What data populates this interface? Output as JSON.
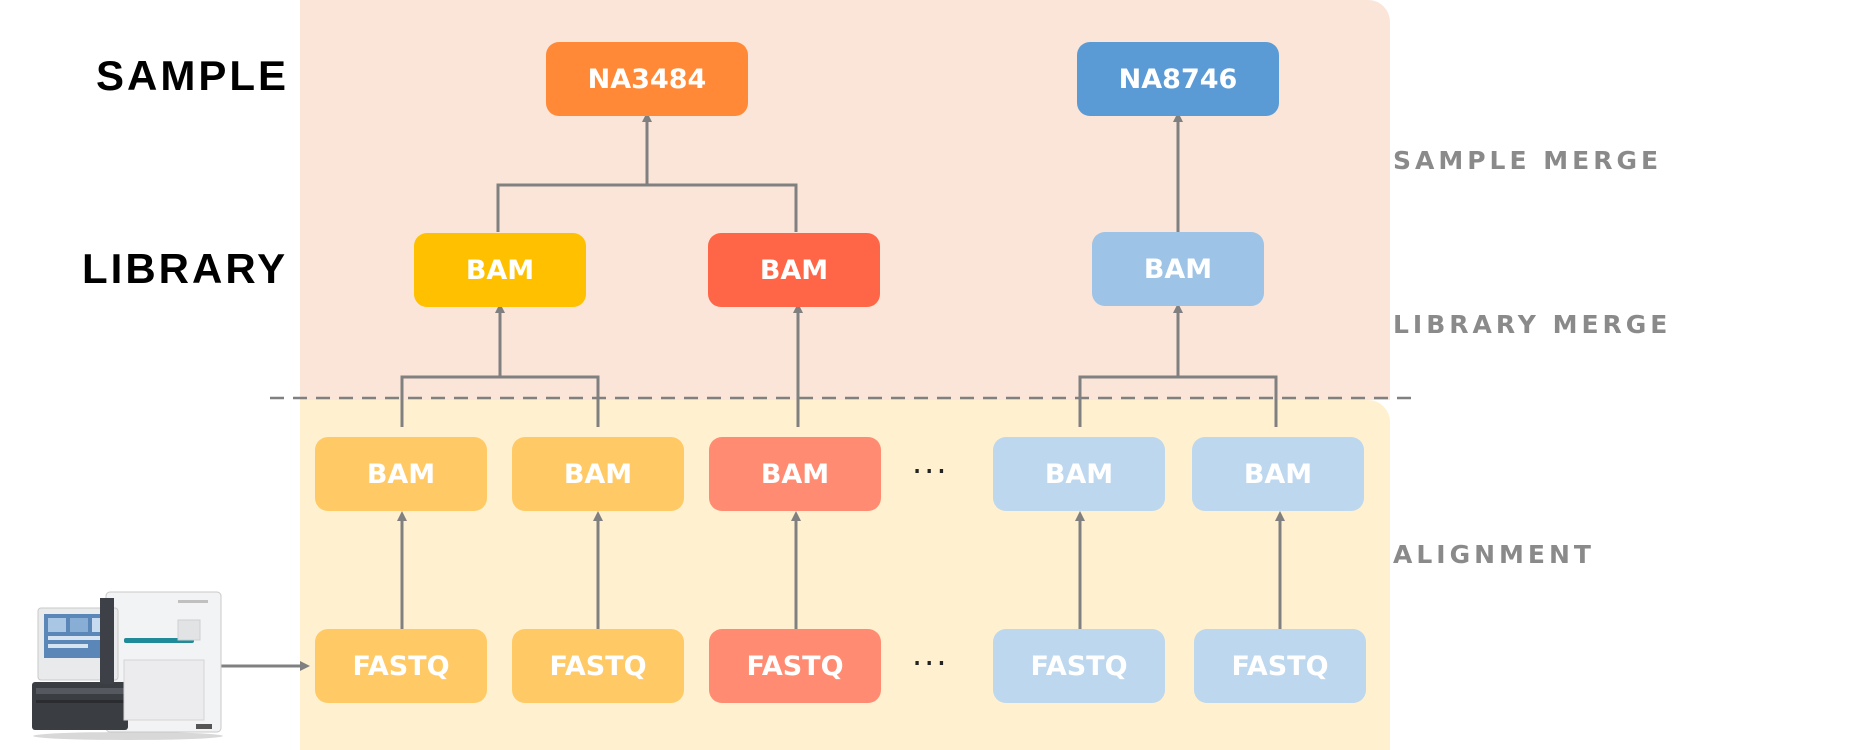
{
  "row_labels": {
    "sample": "SAMPLE",
    "library": "LIBRARY"
  },
  "stage_labels": {
    "sample_merge": "SAMPLE MERGE",
    "library_merge": "LIBRARY MERGE",
    "alignment": "ALIGNMENT"
  },
  "samples": [
    {
      "label": "NA3484",
      "color": "#FF8936"
    },
    {
      "label": "NA8746",
      "color": "#5B9BD5"
    }
  ],
  "libraries": [
    {
      "label": "BAM",
      "color": "#FFC000"
    },
    {
      "label": "BAM",
      "color": "#FF6647"
    },
    {
      "label": "BAM",
      "color": "#9DC3E6"
    }
  ],
  "alignments": [
    {
      "label": "BAM",
      "color": "#FFCA66"
    },
    {
      "label": "BAM",
      "color": "#FFCA66"
    },
    {
      "label": "BAM",
      "color": "#FF8C72"
    },
    {
      "label": "BAM",
      "color": "#BDD7EE"
    },
    {
      "label": "BAM",
      "color": "#BDD7EE"
    }
  ],
  "fastqs": [
    {
      "label": "FASTQ",
      "color": "#FFCA66"
    },
    {
      "label": "FASTQ",
      "color": "#FFCA66"
    },
    {
      "label": "FASTQ",
      "color": "#FF8C72"
    },
    {
      "label": "FASTQ",
      "color": "#BDD7EE"
    },
    {
      "label": "FASTQ",
      "color": "#BDD7EE"
    }
  ],
  "ellipsis": "···"
}
